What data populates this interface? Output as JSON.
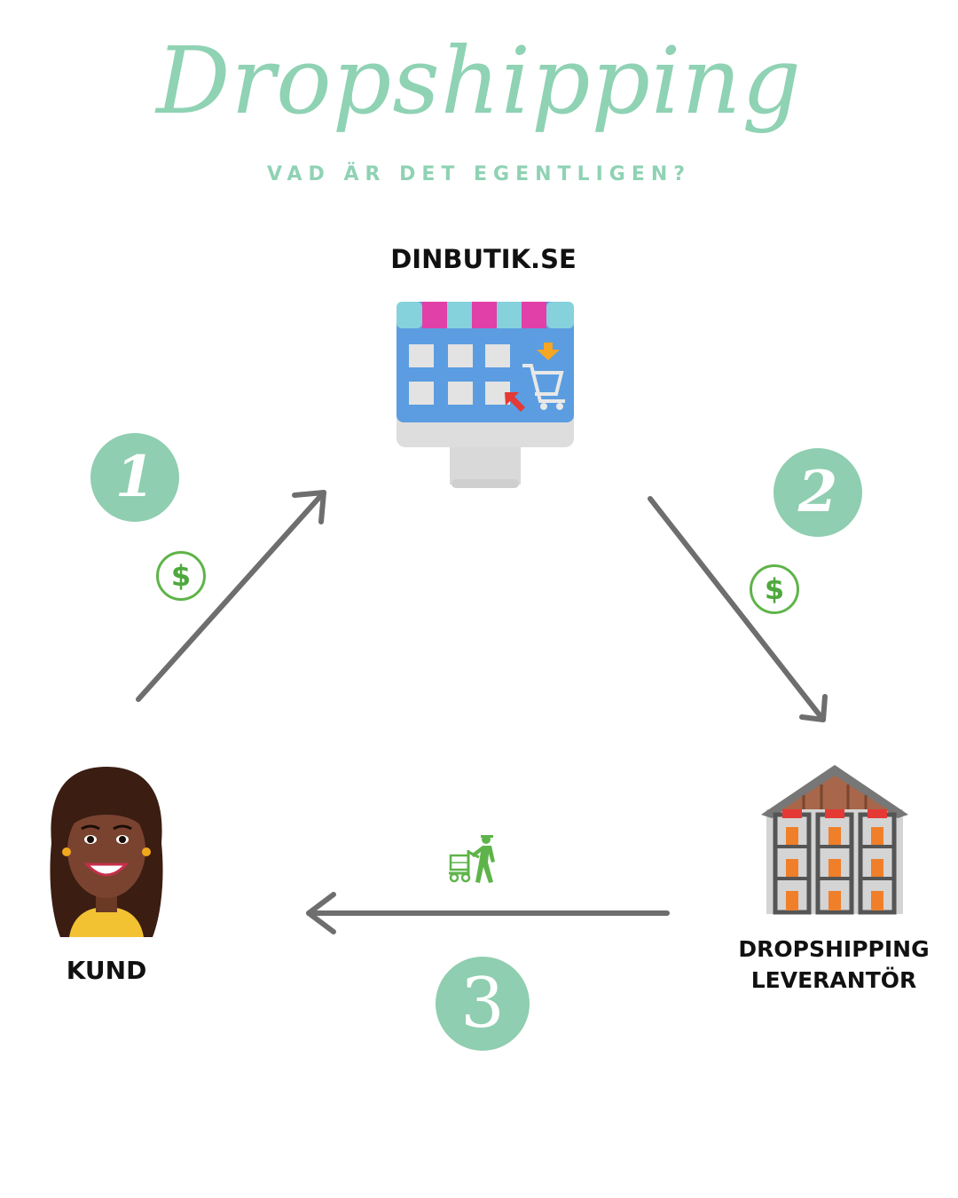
{
  "header": {
    "title": "Dropshipping",
    "subtitle": "VAD ÄR DET EGENTLIGEN?"
  },
  "nodes": {
    "store": {
      "label": "DINBUTIK.SE",
      "icon": "online-store-icon"
    },
    "customer": {
      "label": "KUND",
      "icon": "customer-avatar-icon"
    },
    "supplier": {
      "label_line1": "DROPSHIPPING",
      "label_line2": "LEVERANTÖR",
      "icon": "warehouse-icon"
    }
  },
  "steps": [
    {
      "number": "1",
      "icon": "dollar-icon"
    },
    {
      "number": "2",
      "icon": "dollar-icon"
    },
    {
      "number": "3",
      "icon": "delivery-person-icon"
    }
  ],
  "money_symbol": "$",
  "colors": {
    "accent": "#8fd2b4",
    "step_circle": "#8fceb0",
    "arrow": "#6e6e6e",
    "money": "#5eb44a"
  }
}
